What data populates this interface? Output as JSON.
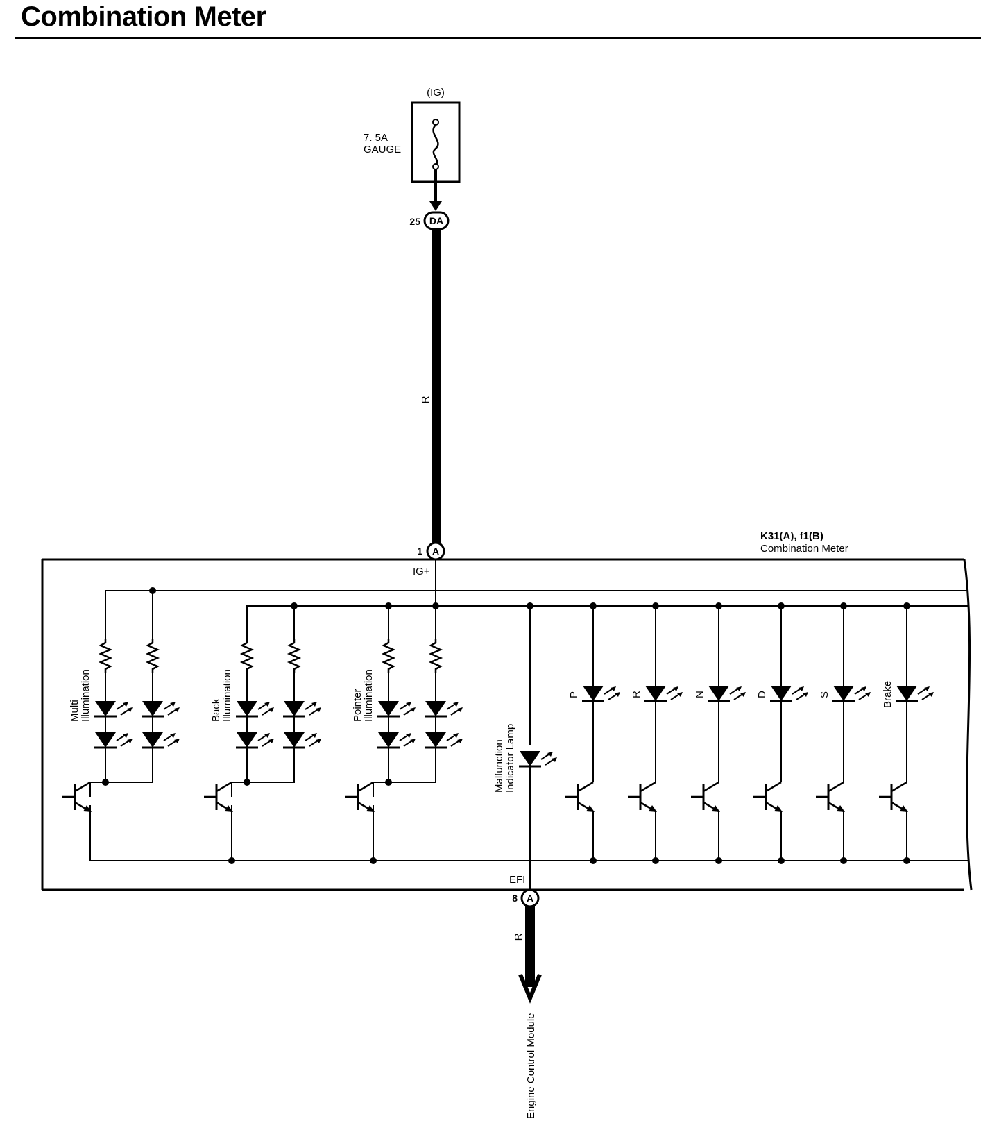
{
  "title": "Combination Meter",
  "fuse": {
    "source": "(IG)",
    "rating": "7. 5A",
    "name": "GAUGE"
  },
  "wire_top": {
    "pin": "25",
    "connector": "DA",
    "color": "R"
  },
  "meter": {
    "component_id": "K31(A), f1(B)",
    "component_name": "Combination Meter",
    "input_pin": "1",
    "input_connector": "A",
    "input_label": "IG+",
    "output_label": "EFI",
    "output_pin": "8",
    "output_connector": "A"
  },
  "illumination_groups": [
    {
      "line1": "Multi",
      "line2": "Illumination"
    },
    {
      "line1": "Back",
      "line2": "Illumination"
    },
    {
      "line1": "Pointer",
      "line2": "Illumination"
    }
  ],
  "malfunction": {
    "line1": "Malfunction",
    "line2": "Indicator Lamp"
  },
  "indicators": [
    "P",
    "R",
    "N",
    "D",
    "S",
    "Brake"
  ],
  "wire_bottom": {
    "color": "R",
    "destination": "Engine Control Module"
  },
  "colors": {
    "line": "#000000",
    "background": "#ffffff"
  }
}
